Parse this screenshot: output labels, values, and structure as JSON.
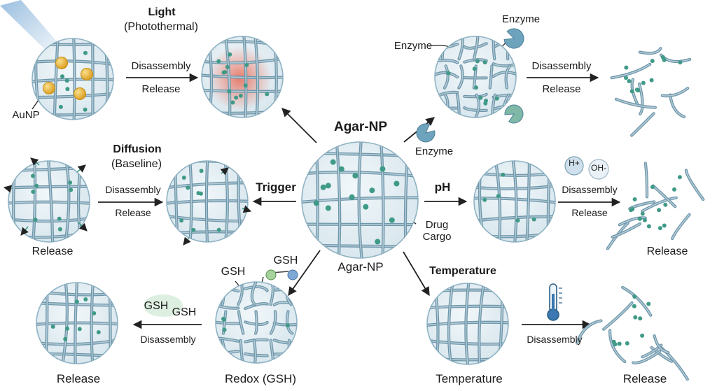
{
  "center": {
    "title": "Agar-NP",
    "subtitle": "Agar-NP",
    "drug_cargo": [
      "Drug",
      "Cargo"
    ],
    "trigger_label": "Trigger"
  },
  "light": {
    "title": "Light",
    "subtitle": "(Photothermal)",
    "aunp_label": "AuNP",
    "arrow_top": "Disassembly",
    "arrow_bottom": "Release"
  },
  "enzyme": {
    "label_top_left": "Enzyme",
    "label_top_right": "Enzyme",
    "label_bottom": "Enzyme",
    "arrow_top": "Disassembly",
    "arrow_bottom": "Release"
  },
  "diffusion": {
    "title": "Diffusion",
    "subtitle": "(Baseline)",
    "arrow_top": "Disassembly",
    "arrow_bottom": "Release",
    "caption": "Release"
  },
  "ph": {
    "title": "pH",
    "h_ion": "H+",
    "oh_ion": "OH-",
    "arrow_top": "Disassembly",
    "arrow_bottom": "Release",
    "caption": "Release"
  },
  "redox": {
    "gsh_left": "GSH",
    "gsh_molecule": "GSH",
    "gsh_cloud_a": "GSH",
    "gsh_cloud_b": "GSH",
    "arrow_bottom": "Disassembly",
    "caption": "Redox (GSH)",
    "release_caption": "Release"
  },
  "temperature": {
    "title": "Temperature",
    "caption": "Temperature",
    "arrow_bottom": "Disassembly",
    "release_caption": "Release"
  },
  "colors": {
    "fiber": "#6f97aa",
    "fiber_light": "#b4cbd7",
    "sphere_fill": "#e3eef4",
    "dot": "#3f9a87",
    "gold": "#e7b135",
    "enzyme": "#6ea3bd",
    "arrow": "#222222"
  }
}
